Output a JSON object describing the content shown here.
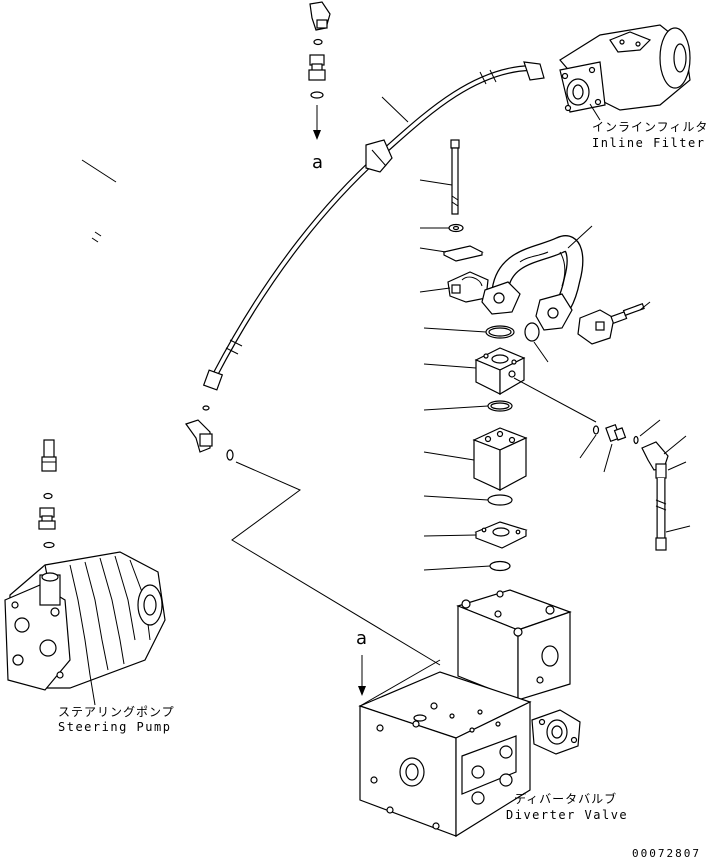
{
  "labels": {
    "inline_filter_jp": "インラインフィルタ",
    "inline_filter_en": "Inline Filter",
    "steering_pump_jp": "ステアリングポンプ",
    "steering_pump_en": "Steering Pump",
    "diverter_valve_jp": "ディバータバルブ",
    "diverter_valve_en": "Diverter Valve",
    "ref_a_top": "a",
    "ref_a_bottom": "a",
    "drawing_number": "00072807"
  }
}
